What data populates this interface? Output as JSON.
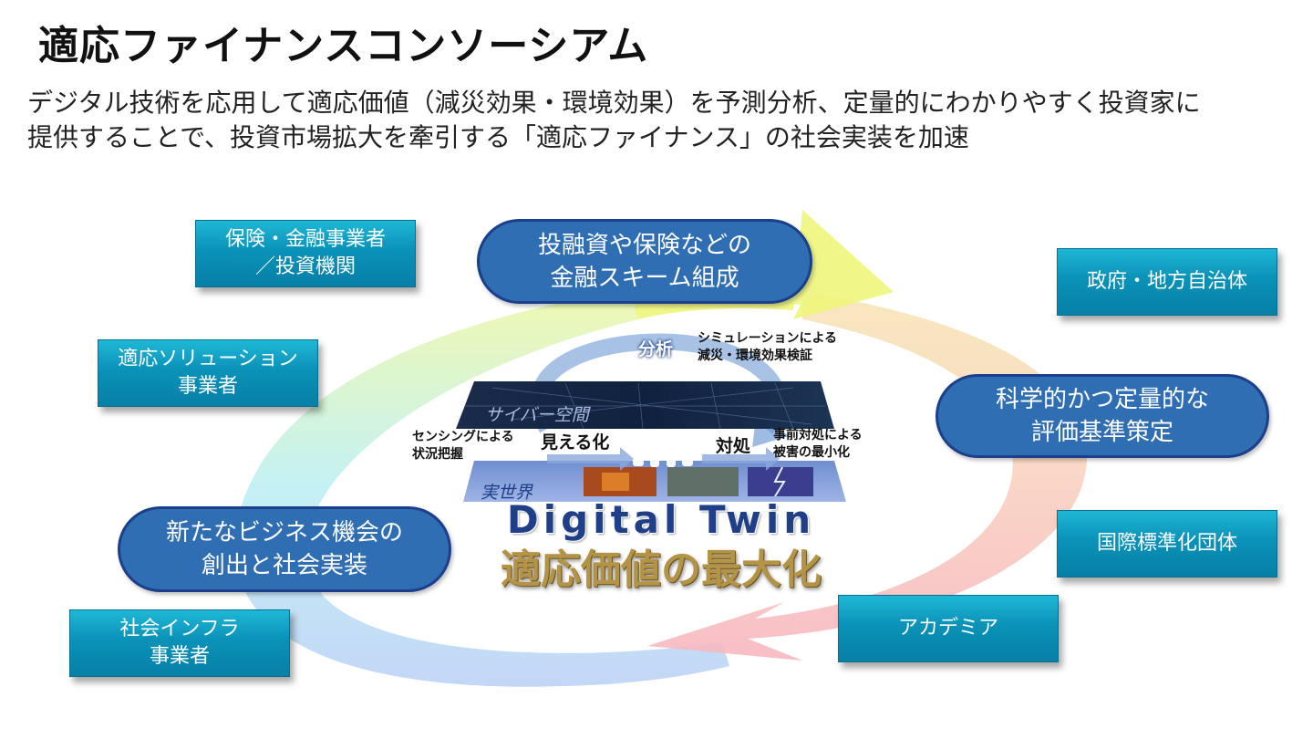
{
  "title": "適応ファイナンスコンソーシアム",
  "subtitle": {
    "line1": "デジタル技術を応用して適応価値（減災効果・環境効果）を予測分析、定量的にわかりやすく投資家に",
    "line2": "提供することで、投資市場拡大を牽引する「適応ファイナンス」の社会実装を加速"
  },
  "organizations": {
    "insurance": [
      "保険・金融事業者",
      "／投資機関"
    ],
    "solution": [
      "適応ソリューション",
      "事業者"
    ],
    "infra": [
      "社会インフラ",
      "事業者"
    ],
    "government": [
      "政府・地方自治体"
    ],
    "standards": [
      "国際標準化団体"
    ],
    "academia": [
      "アカデミア"
    ]
  },
  "cycle_steps": {
    "scheme": [
      "投融資や保険などの",
      "金融スキーム組成"
    ],
    "criteria": [
      "科学的かつ定量的な",
      "評価基準策定"
    ],
    "business": [
      "新たなビジネス機会の",
      "創出と社会実装"
    ]
  },
  "digital_twin": {
    "analysis": "分析",
    "simulation": [
      "シミュレーションによる",
      "減災・環境効果検証"
    ],
    "cyber_space": "サイバー空間",
    "sensing": [
      "センシングによる",
      "状況把握"
    ],
    "visualize": "見える化",
    "response": "対処",
    "prevention": [
      "事前対処による",
      "被害の最小化"
    ],
    "real_world": "実世界",
    "name": "Digital Twin",
    "tagline": "適応価値の最大化"
  },
  "colors": {
    "org_box": "#0a92b8",
    "oval_fill": "#2f6eb3",
    "oval_border": "#1b3f8a",
    "title_text": "#111111"
  }
}
